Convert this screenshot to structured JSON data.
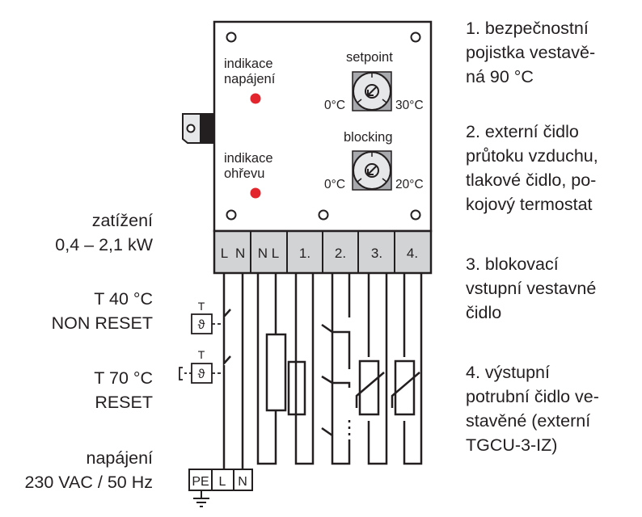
{
  "panel": {
    "power_indicator_label": [
      "indikace",
      "napájení"
    ],
    "heating_indicator_label": [
      "indikace",
      "ohřevu"
    ],
    "setpoint_label": "setpoint",
    "setpoint_min": "0°C",
    "setpoint_max": "30°C",
    "blocking_label": "blocking",
    "blocking_min": "0°C",
    "blocking_max": "20°C",
    "led_color": "#e3262d",
    "knob_bg_color": "#a7a9ac",
    "knob_face_color": "#e6e7e8"
  },
  "terminal_block": {
    "fill_color": "#d1d3d4",
    "cells": [
      {
        "label": "L  N"
      },
      {
        "label": "N L"
      },
      {
        "label": "1."
      },
      {
        "label": "2."
      },
      {
        "label": "3."
      },
      {
        "label": "4."
      }
    ]
  },
  "supply_terminal": {
    "cells": [
      "PE",
      "L",
      "N"
    ]
  },
  "thermostat_symbol": {
    "letter": "T",
    "glyph": "ϑ"
  },
  "left_labels": [
    {
      "lines": [
        "zatížení",
        "0,4 – 2,1 kW"
      ]
    },
    {
      "lines": [
        "T 40 °C",
        "NON RESET"
      ]
    },
    {
      "lines": [
        "T 70 °C",
        "RESET"
      ]
    },
    {
      "lines": [
        "napájení",
        "230 VAC / 50 Hz"
      ]
    }
  ],
  "notes": [
    {
      "lines": [
        "1. bezpečnostní",
        "pojistka vestavě-",
        "ná 90 °C"
      ]
    },
    {
      "lines": [
        "2. externí čidlo",
        "průtoku vzduchu,",
        "tlakové čidlo, po-",
        "kojový termostat"
      ]
    },
    {
      "lines": [
        "3. blokovací",
        "vstupní vestavné",
        "čidlo"
      ]
    },
    {
      "lines": [
        "4. výstupní",
        "potrubní čidlo ve-",
        "stavěné (externí",
        "TGCU-3-IZ)"
      ]
    }
  ]
}
